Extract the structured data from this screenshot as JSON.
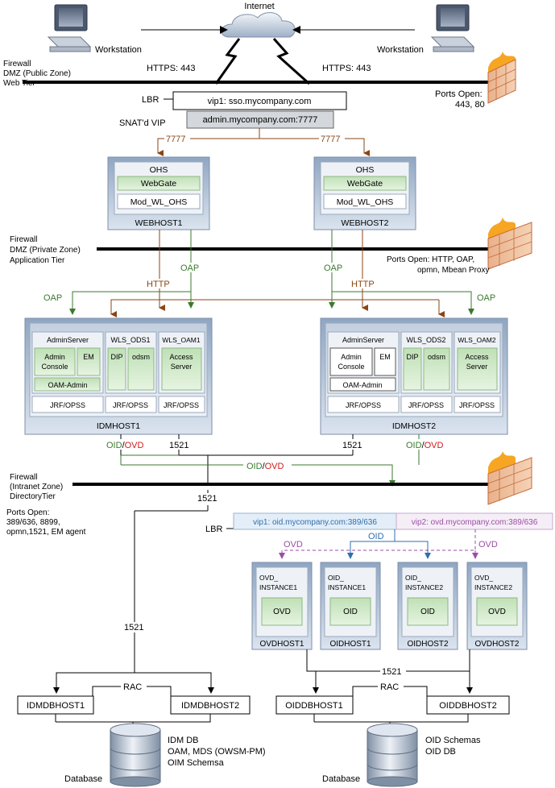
{
  "internet": "Internet",
  "workstation_left": "Workstation",
  "workstation_right": "Workstation",
  "https_left": "HTTPS: 443",
  "https_right": "HTTPS: 443",
  "zone1": {
    "l1": "Firewall",
    "l2": "DMZ (Public Zone)",
    "l3": "Web Tier"
  },
  "ports1": {
    "l1": "Ports Open:",
    "l2": "443, 80"
  },
  "lbr1": "LBR",
  "vip1": "vip1: sso.mycompany.com",
  "snat": "SNAT'd VIP",
  "admin_vip": "admin.mycompany.com:7777",
  "port7777_left": "7777",
  "port7777_right": "7777",
  "webhost1": {
    "ohs": "OHS",
    "webgate": "WebGate",
    "mod": "Mod_WL_OHS",
    "name": "WEBHOST1"
  },
  "webhost2": {
    "ohs": "OHS",
    "webgate": "WebGate",
    "mod": "Mod_WL_OHS",
    "name": "WEBHOST2"
  },
  "zone2": {
    "l1": "Firewall",
    "l2": "DMZ (Private Zone)",
    "l3": "Application Tier"
  },
  "ports2": {
    "l1": "Ports Open: HTTP, OAP,",
    "l2": "opmn, Mbean Proxy"
  },
  "oap_mid_left": "OAP",
  "oap_mid_right": "OAP",
  "http_left": "HTTP",
  "http_right": "HTTP",
  "oap_far_left": "OAP",
  "oap_far_right": "OAP",
  "idmhost1": {
    "adminserver": "AdminServer",
    "admin_console_1": "Admin",
    "admin_console_2": "Console",
    "em": "EM",
    "oam_admin": "OAM-Admin",
    "ods": "WLS_ODS1",
    "dip": "DIP",
    "odsm": "odsm",
    "oam": "WLS_OAM1",
    "access_1": "Access",
    "access_2": "Server",
    "jrf1": "JRF/OPSS",
    "jrf2": "JRF/OPSS",
    "jrf3": "JRF/OPSS",
    "name": "IDMHOST1"
  },
  "idmhost2": {
    "adminserver": "AdminServer",
    "admin_console_1": "Admin",
    "admin_console_2": "Console",
    "em": "EM",
    "oam_admin": "OAM-Admin",
    "ods": "WLS_ODS2",
    "dip": "DIP",
    "odsm": "odsm",
    "oam": "WLS_OAM2",
    "access_1": "Access",
    "access_2": "Server",
    "jrf1": "JRF/OPSS",
    "jrf2": "JRF/OPSS",
    "jrf3": "JRF/OPSS",
    "name": "IDMHOST2"
  },
  "oid_label_left": "OID",
  "ovd_label_left": "OVD",
  "port1521_a": "1521",
  "port1521_b": "1521",
  "oid_label_right": "OID",
  "ovd_label_right": "OVD",
  "oid_label_mid": "OID",
  "ovd_label_mid": "OVD",
  "slash": "/",
  "zone3": {
    "l1": "Firewall",
    "l2": "(Intranet Zone)",
    "l3": "DirectoryTier"
  },
  "port1521_c": "1521",
  "ports3": {
    "l1": "Ports Open:",
    "l2": "389/636, 8899,",
    "l3": "opmn,1521, EM agent"
  },
  "lbr2": "LBR",
  "vip_oid": "vip1: oid.mycompany.com:389/636",
  "vip_ovd": "vip2: ovd.mycompany.com:389/636",
  "oid_split": "OID",
  "ovd_split_left": "OVD",
  "ovd_split_right": "OVD",
  "ovdhost1": {
    "inst_1": "OVD_",
    "inst_2": "INSTANCE1",
    "comp": "OVD",
    "name": "OVDHOST1"
  },
  "oidhost1": {
    "inst_1": "OID_",
    "inst_2": "INSTANCE1",
    "comp": "OID",
    "name": "OIDHOST1"
  },
  "oidhost2": {
    "inst_1": "OID_",
    "inst_2": "INSTANCE2",
    "comp": "OID",
    "name": "OIDHOST2"
  },
  "ovdhost2": {
    "inst_1": "OVD_",
    "inst_2": "INSTANCE2",
    "comp": "OVD",
    "name": "OVDHOST2"
  },
  "port1521_d": "1521",
  "port1521_e": "1521",
  "rac_left": "RAC",
  "rac_right": "RAC",
  "idmdbhost1": "IDMDBHOST1",
  "idmdbhost2": "IDMDBHOST2",
  "oiddbhost1": "OIDDBHOST1",
  "oiddbhost2": "OIDDBHOST2",
  "db_left": {
    "l1": "IDM DB",
    "l2": "OAM, MDS (OWSM-PM)",
    "l3": "OIM Schemsa",
    "label": "Database"
  },
  "db_right": {
    "l1": "OID Schemas",
    "l2": "OID DB",
    "label": "Database"
  }
}
